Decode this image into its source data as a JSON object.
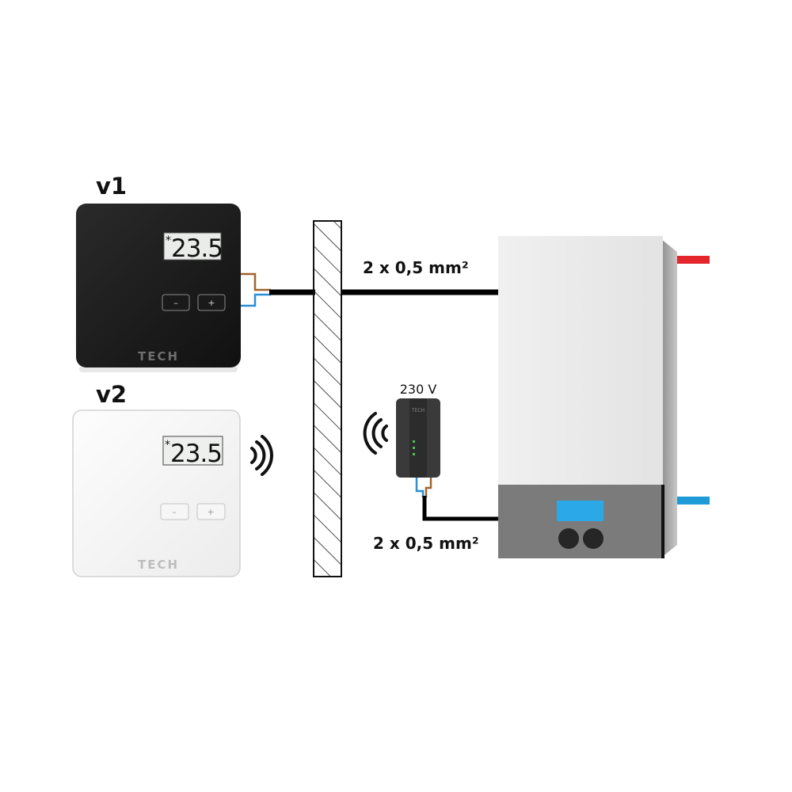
{
  "labels": {
    "v1": "v1",
    "v2": "v2",
    "cable_top": "2 x 0,5 mm²",
    "cable_bottom": "2 x 0,5 mm²",
    "voltage": "230 V"
  },
  "thermostat_v1": {
    "display": "23.5",
    "display_symbol": "*",
    "minus": "–",
    "plus": "+",
    "brand": "TECH",
    "body_color": "#1c1c1c"
  },
  "thermostat_v2": {
    "display": "23.5",
    "display_symbol": "*",
    "minus": "–",
    "plus": "+",
    "brand": "TECH",
    "body_color": "#f7f7f7"
  },
  "receiver": {
    "brand": "TECH"
  },
  "colors": {
    "hot_pipe": "#e3262b",
    "cold_pipe": "#1e9ad6",
    "boiler_display": "#2aa8e8",
    "wire_brown": "#a0642c",
    "wire_blue": "#2a8fd6",
    "cable": "#000000"
  },
  "icons": {
    "v2_signal": "wireless-signal-icon",
    "receiver_signal": "wireless-signal-icon"
  }
}
